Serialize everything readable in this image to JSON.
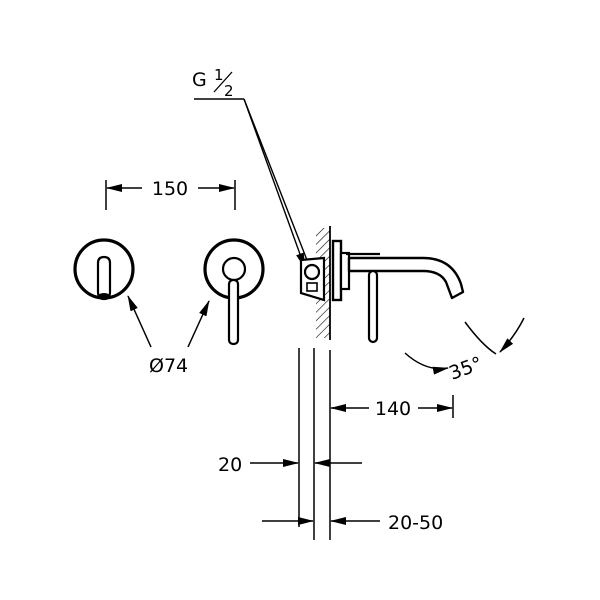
{
  "dimensions": {
    "thread": "G",
    "thread_num": "1",
    "thread_den": "2",
    "spacing": "150",
    "diameter": "Ø74",
    "projection": "140",
    "wall_thickness": "20",
    "wall_range": "20-50",
    "angle": "35°"
  },
  "colors": {
    "line": "#000000",
    "background": "#ffffff"
  }
}
